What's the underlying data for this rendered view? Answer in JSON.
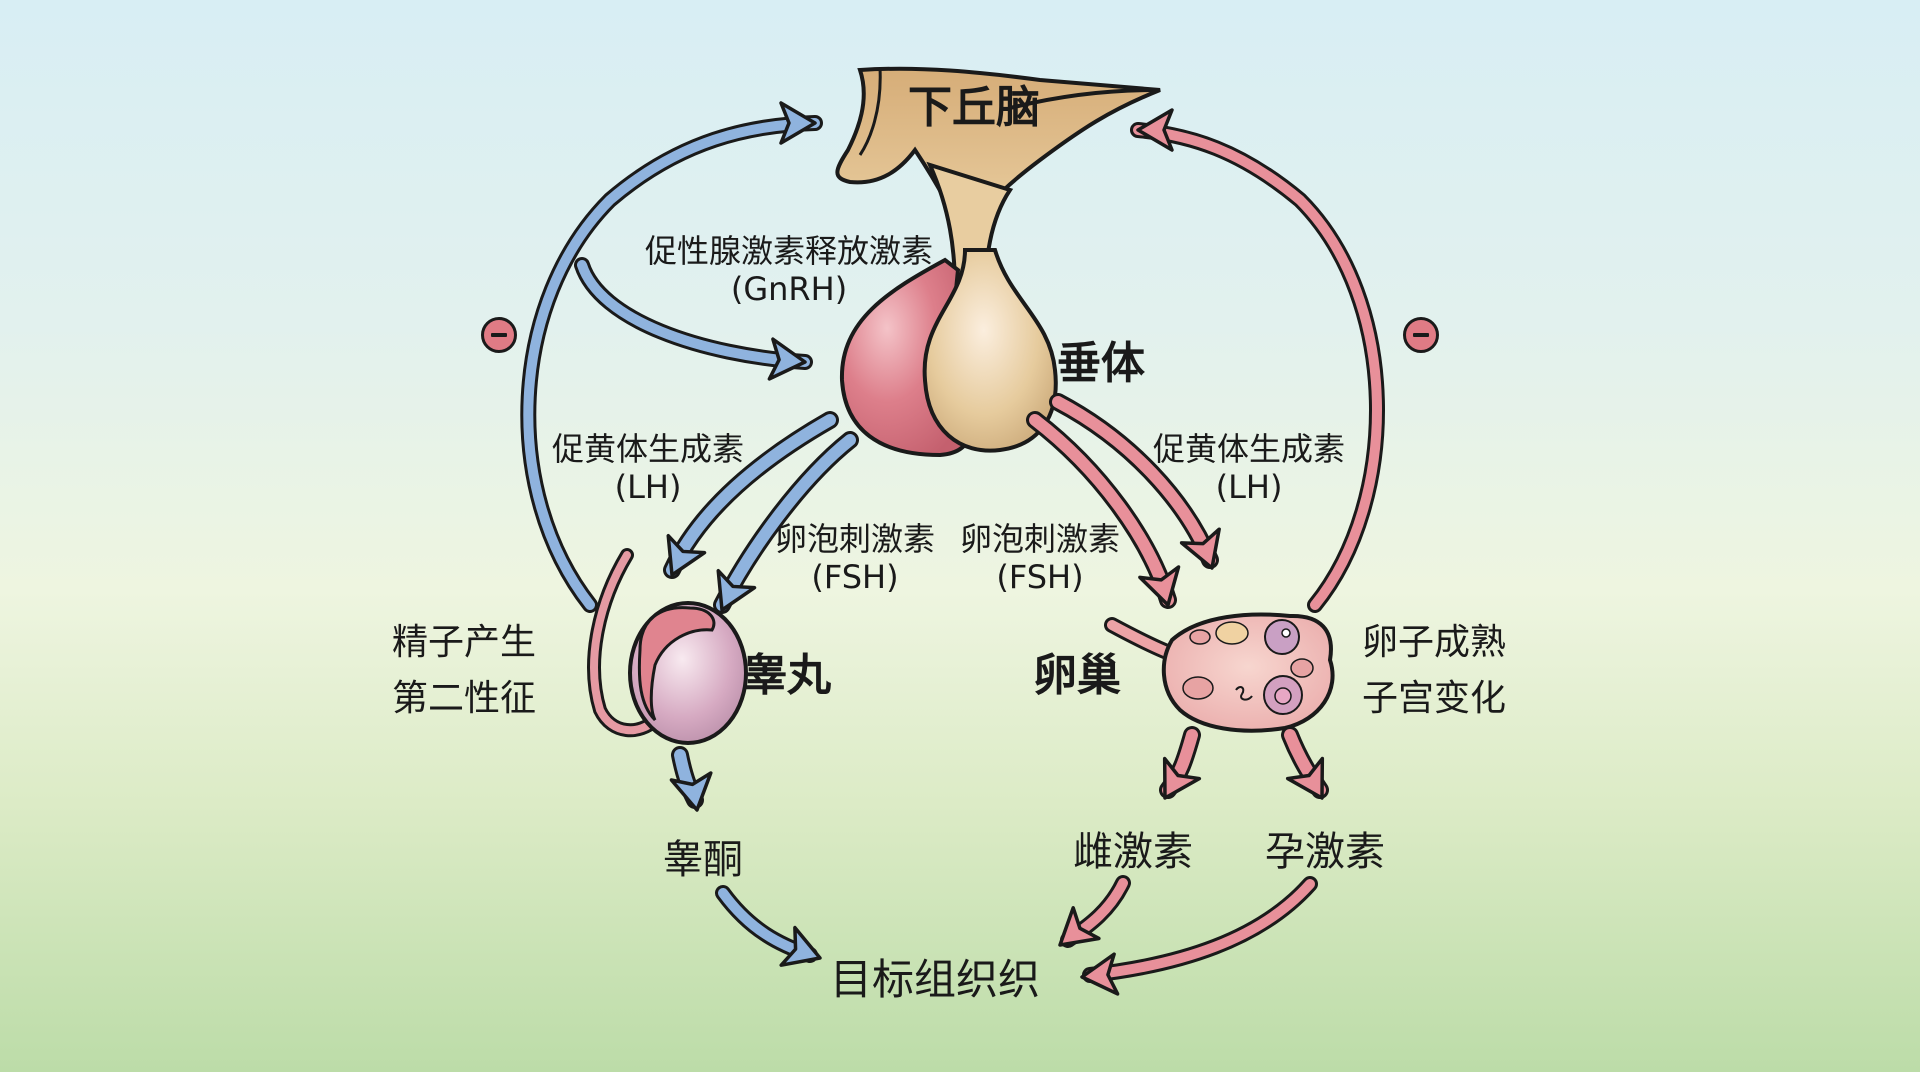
{
  "title": "下丘脑-垂体-性腺轴",
  "colors": {
    "male_arrow": "#8fb3de",
    "female_arrow": "#e8909a",
    "hypothalamus": "#e0c08e",
    "pituitary_anterior": "#dd7f8b",
    "pituitary_posterior": "#e6cb9d",
    "inhibit_badge": "#e07b85"
  },
  "nodes": {
    "hypothalamus": "下丘脑",
    "pituitary": "垂体",
    "testis": "睾丸",
    "ovary": "卵巢",
    "target": "目标组织织"
  },
  "hormones": {
    "gnrh": {
      "name": "促性腺激素释放激素",
      "abbr": "(GnRH)"
    },
    "lh_left": {
      "name": "促黄体生成素",
      "abbr": "(LH)"
    },
    "lh_right": {
      "name": "促黄体生成素",
      "abbr": "(LH)"
    },
    "fsh_left": {
      "name": "卵泡刺激素",
      "abbr": "(FSH)"
    },
    "fsh_right": {
      "name": "卵泡刺激素",
      "abbr": "(FSH)"
    },
    "testosterone": "睾酮",
    "estrogen": "雌激素",
    "progesterone": "孕激素"
  },
  "effects": {
    "male": [
      "精子产生",
      "第二性征"
    ],
    "female": [
      "卵子成熟",
      "子宫变化"
    ]
  },
  "feedback": {
    "left": {
      "symbol": "−",
      "meaning": "negative-feedback"
    },
    "right": {
      "symbol": "−",
      "meaning": "negative-feedback"
    }
  }
}
